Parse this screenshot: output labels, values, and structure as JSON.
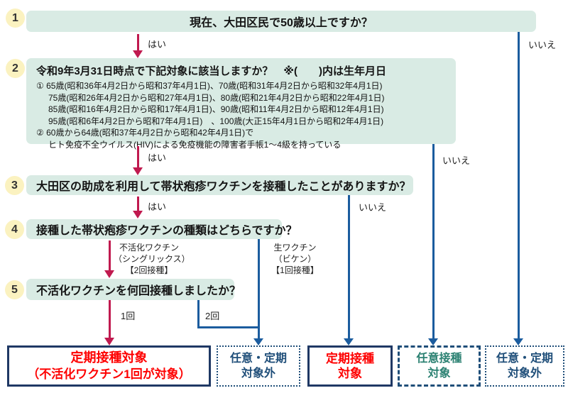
{
  "questions": [
    {
      "num": "1",
      "text": "現在、大田区民で50歳以上ですか？"
    },
    {
      "num": "2",
      "title": "令和9年3月31日時点で下記対象に該当しますか？　※(　　)内は生年月日",
      "lines": [
        "① 65歳(昭和36年4月2日から昭和37年4月1日)、70歳(昭和31年4月2日から昭和32年4月1日)",
        "75歳(昭和26年4月2日から昭和27年4月1日)、80歳(昭和21年4月2日から昭和22年4月1日)",
        "85歳(昭和16年4月2日から昭和17年4月1日)、90歳(昭和11年4月2日から昭和12年4月1日)",
        "95歳(昭和6年4月2日から昭和7年4月1日)　、100歳(大正15年4月1日から昭和2年4月1日)",
        "② 60歳から64歳(昭和37年4月2日から昭和42年4月1日)で",
        "ヒト免疫不全ウイルス(HIV)による免疫機能の障害者手帳1～4級を持っている"
      ]
    },
    {
      "num": "3",
      "text": "大田区の助成を利用して帯状疱疹ワクチンを接種したことがありますか？"
    },
    {
      "num": "4",
      "text": "接種した帯状疱疹ワクチンの種類はどちらですか？"
    },
    {
      "num": "5",
      "text": "不活化ワクチンを何回接種しましたか？"
    }
  ],
  "labels": {
    "yes": "はい",
    "no": "いいえ",
    "inactivated_1": "不活化ワクチン",
    "inactivated_2": "（シングリックス）",
    "inactivated_3": "【2回接種】",
    "live_1": "生ワクチン",
    "live_2": "（ビケン）",
    "live_3": "【1回接種】",
    "dose1": "1回",
    "dose2": "2回"
  },
  "results": [
    {
      "line1": "定期接種対象",
      "line2": "（不活化ワクチン1回が対象）"
    },
    {
      "line1": "任意・定期",
      "line2": "対象外"
    },
    {
      "line1": "定期接種",
      "line2": "対象"
    },
    {
      "line1": "任意接種",
      "line2": "対象"
    },
    {
      "line1": "任意・定期",
      "line2": "対象外"
    }
  ],
  "colors": {
    "question_box_bg": "#d9ebe4",
    "number_circle_bg": "#fbf2c0",
    "arrow_red": "#c01a4f",
    "line_navy": "#1b5c9e",
    "result_border_navy": "#1f3864",
    "result_text_navy": "#1f4e79",
    "result_text_red": "#fe0000",
    "result_text_teal": "#2b8172"
  }
}
